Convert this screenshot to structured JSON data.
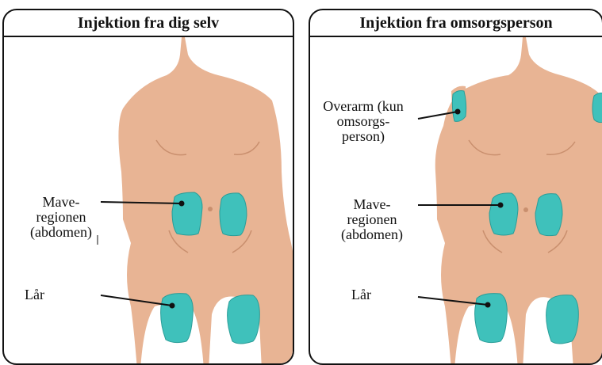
{
  "colors": {
    "skin": "#e8b494",
    "skin_line": "#c98f6e",
    "zone": "#3fc1bb",
    "zone_line": "#2a9d98",
    "border": "#111111"
  },
  "panels": [
    {
      "title": "Injektion fra dig selv",
      "labels": {
        "abdomen_line1": "Mave-",
        "abdomen_line2": "regionen",
        "abdomen_line3": "(abdomen)",
        "thigh": "Lår"
      }
    },
    {
      "title": "Injektion fra omsorgsperson",
      "labels": {
        "upper_arm_line1": "Overarm (kun",
        "upper_arm_line2": "omsorgs-",
        "upper_arm_line3": "person)",
        "abdomen_line1": "Mave-",
        "abdomen_line2": "regionen",
        "abdomen_line3": "(abdomen)",
        "thigh": "Lår"
      }
    }
  ]
}
